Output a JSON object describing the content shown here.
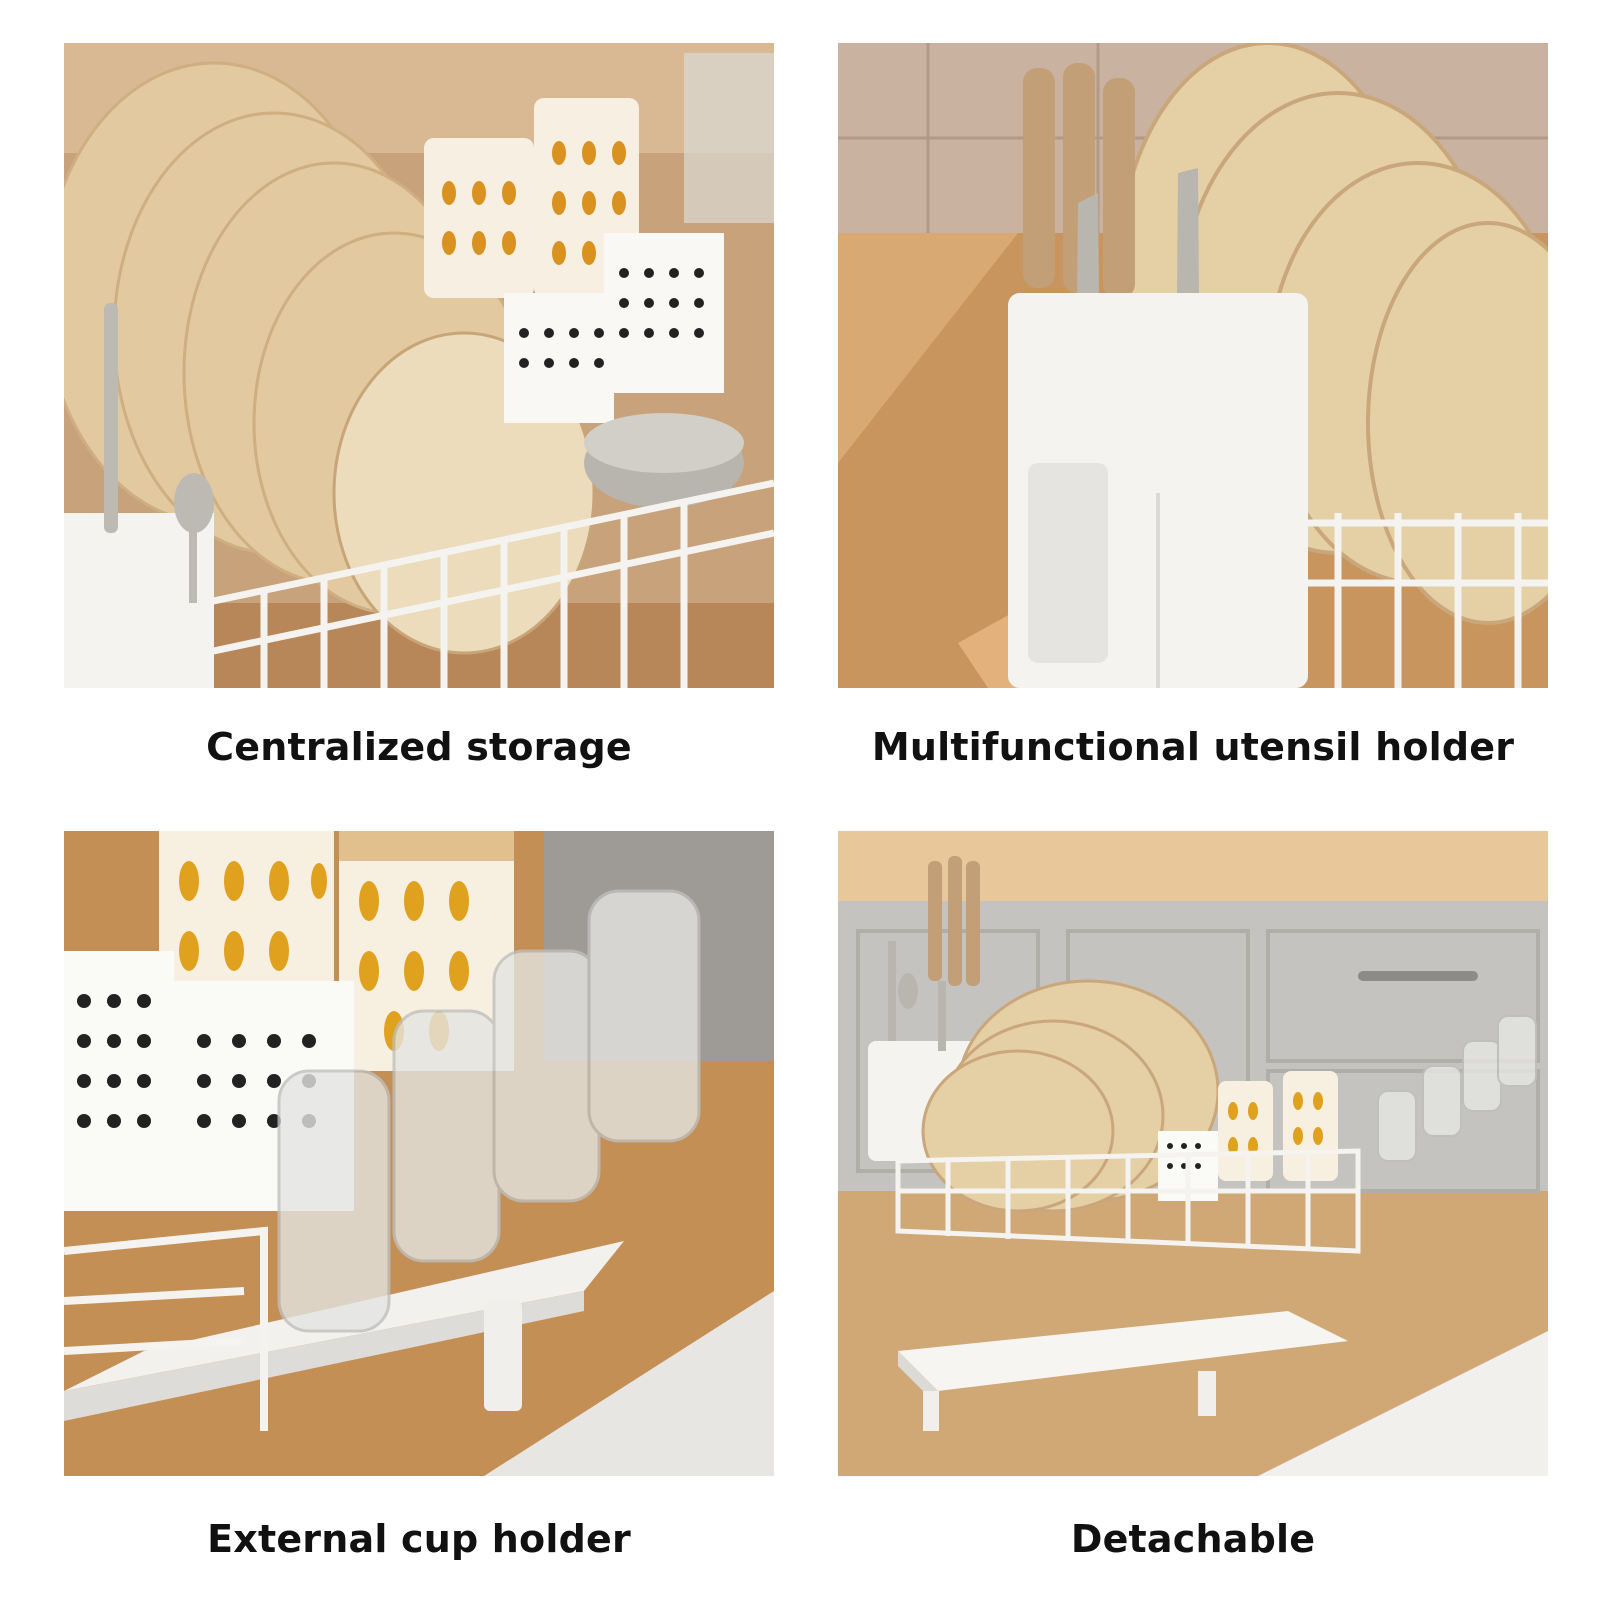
{
  "captions": {
    "top_left": "Centralized storage",
    "top_right": "Multifunctional utensil holder",
    "bottom_left": "External cup holder",
    "bottom_right": "Detachable"
  },
  "colors": {
    "plate_beige": "#e8d4ac",
    "plate_tan": "#c9a77a",
    "wood_counter": "#c98c50",
    "rack_white": "#f4f3f0",
    "wall_grey": "#bdbab4",
    "dots_gold": "#d9921f",
    "dots_black": "#222222"
  }
}
